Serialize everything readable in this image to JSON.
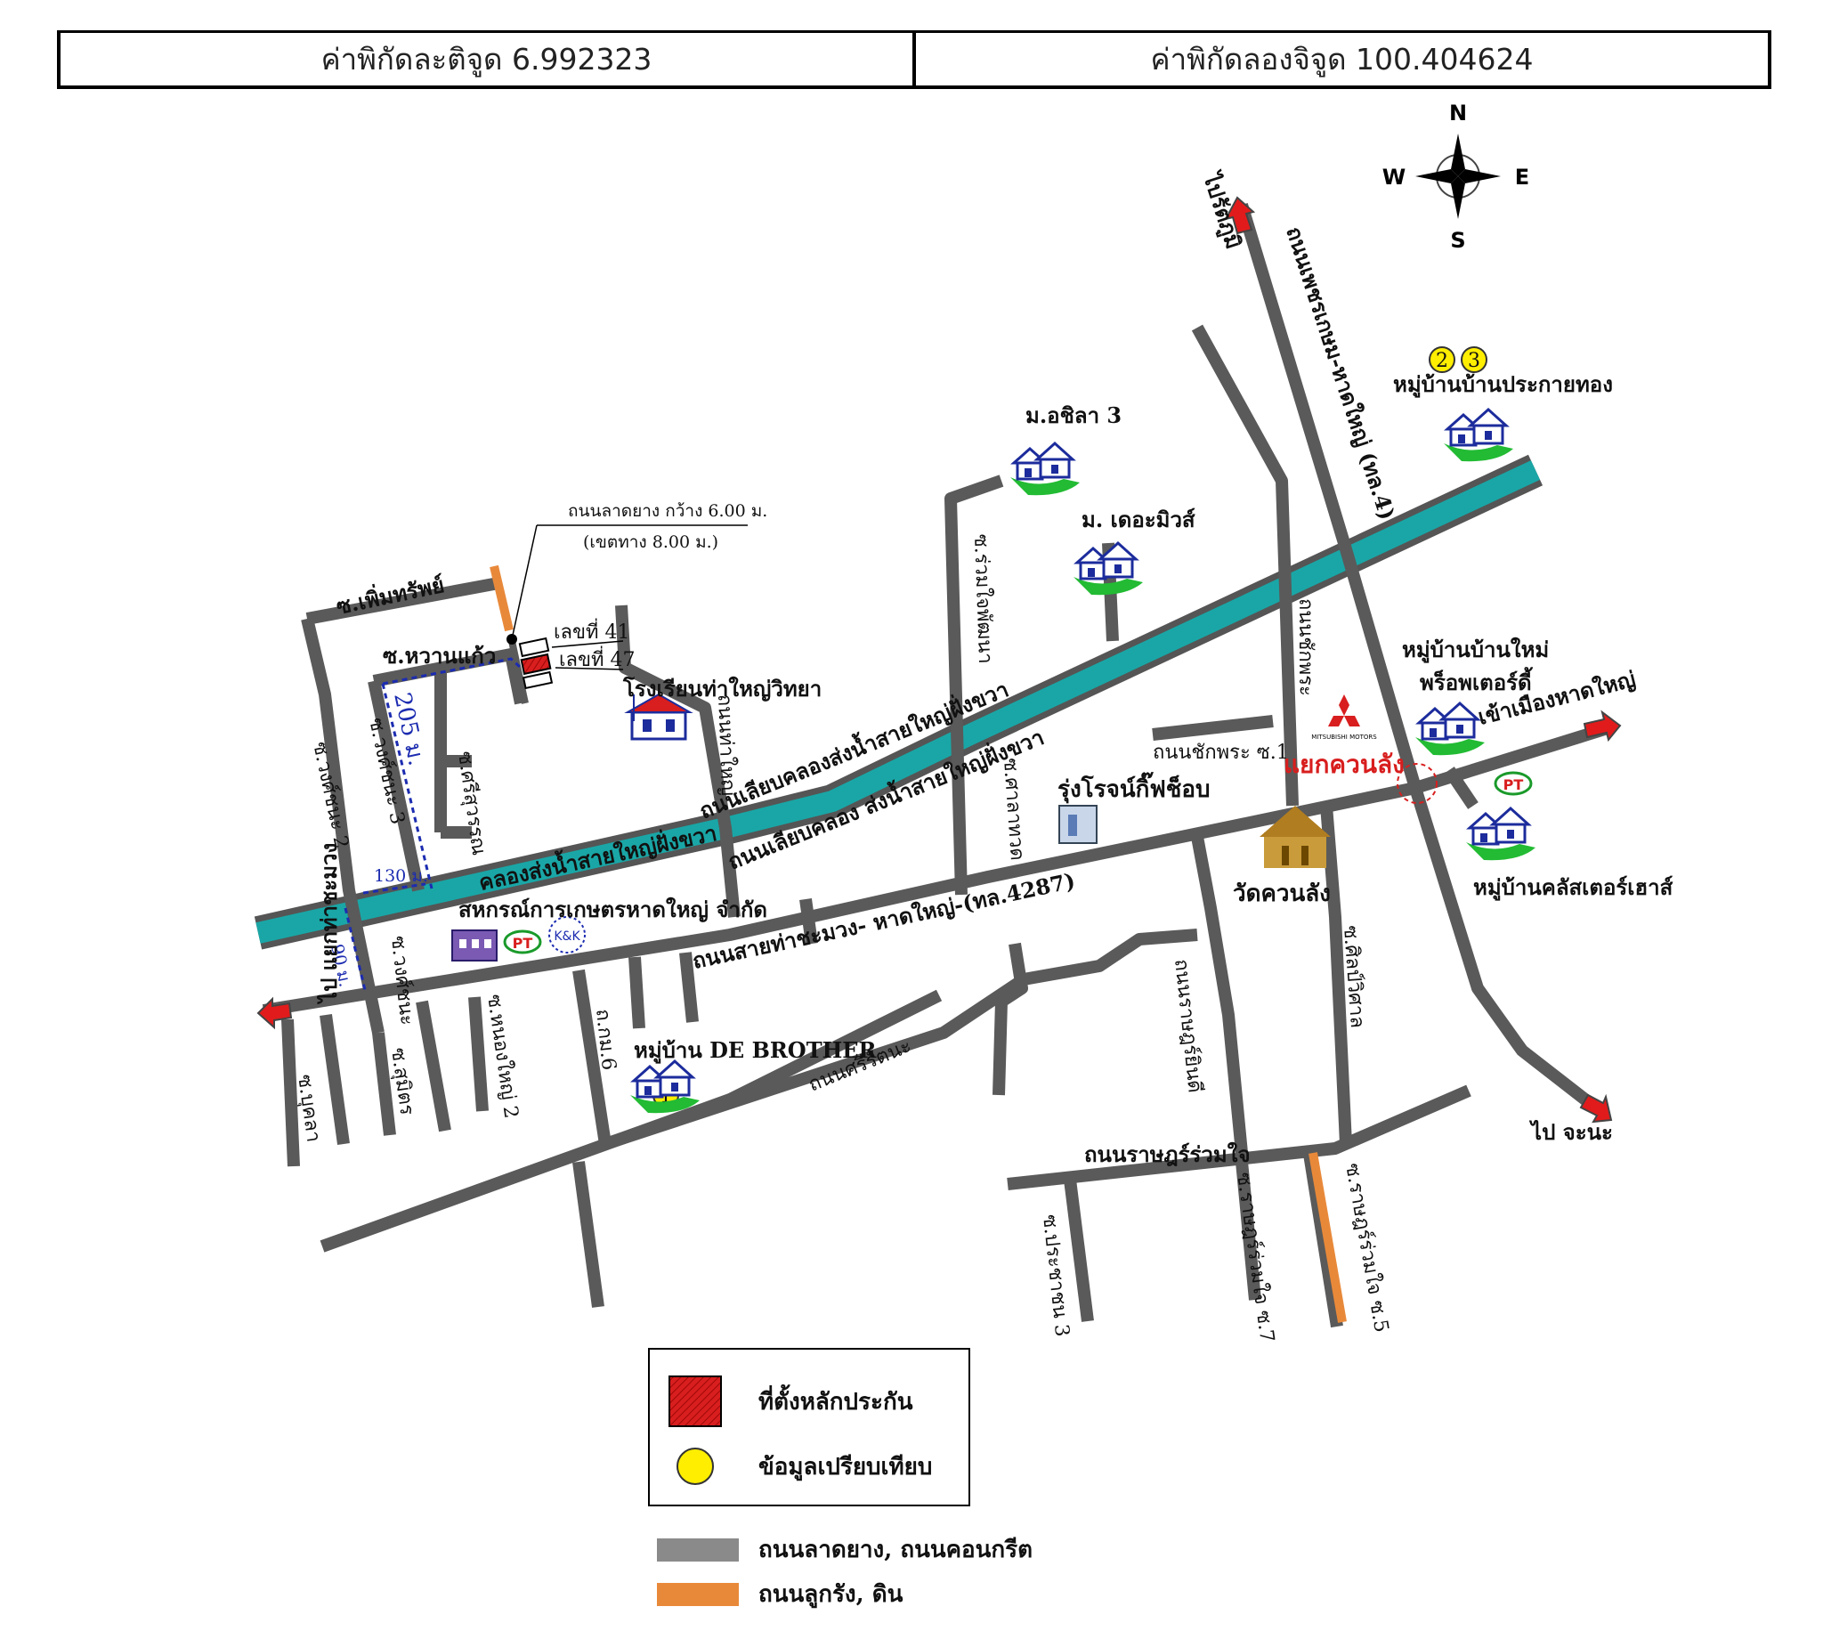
{
  "header": {
    "latitude_label": "ค่าพิกัดละติจูด 6.992323",
    "longitude_label": "ค่าพิกัดลองจิจูด 100.404624"
  },
  "compass": {
    "n": "N",
    "s": "S",
    "e": "E",
    "w": "W"
  },
  "annotations": {
    "road_width_line1": "ถนนลาดยาง กว้าง 6.00 ม.",
    "road_width_line2": "(เขตทาง 8.00 ม.)",
    "lot_41": "เลขที่ 41",
    "lot_47": "เลขที่ 47",
    "dist_205": "205 ม.",
    "dist_130": "130 ม.",
    "dist_90": "90 ม."
  },
  "roads": {
    "to_songkhla_top": "ไปรัตภูมิ",
    "highway_4": "ถนนเพชรเกษม-หาดใหญ่ (ทล.4)",
    "canal_road_1": "ถนนเลียบคลองส่งน้ำสายใหญ่ฝั่งขวา",
    "canal_road_2": "ถนนเลียบคลอง ส่งน้ำสายใหญ่ฝั่งขวา",
    "canal": "คลองส่งน้ำสายใหญ่ฝั่งขวา",
    "main_road": "ถนนสายท่าชะมวง- หาดใหญ่-(ทล.4287)",
    "to_thachamuang": "ไป แยกท่าชะมวง",
    "to_hatyai": "เข้าเมืองหาดใหญ่",
    "to_chana": "ไป จะนะ",
    "junction": "แยกควนลัง",
    "soi_permsap": "ซ.เพิ่มทรัพย์",
    "soi_waankaew": "ซ.หวานแก้ว",
    "soi_wongsatana2": "ซ.วงศ์ชนะ 2",
    "soi_wongsatana3": "ซ.วงศ์ชนะ 3",
    "soi_srisuwan": "ซ.ศรีสุวรรณ",
    "soi_wongsatana": "ซ.วงศ์ชนะ",
    "soi_tha_yai": "ถนนท่าใหญ่",
    "soi_ruamjai": "ซ.ร่วมใจพัฒนา",
    "soi_salathawat": "ซ.ศาลาทวด",
    "soi_chakphra": "ถนนชักพระ",
    "soi_chakphra1": "ถนนชักพระ ซ.1",
    "soi_bukla": "ซ.บุคลา",
    "soi_suphamitr": "ซ.สุมิตร",
    "soi_nongyai2": "ซ.หนองใหญ่ 2",
    "soi_km6": "ถ.กม.6",
    "road_sirirattana": "ถนนศรีรัตนะ",
    "road_ratruamjai": "ถนนราษฎร์ร่วมใจ",
    "road_ratbamrung": "ถนนราษฎร์ยินดี",
    "soi_sinchai": "ซ.ศิลป์วิศาล",
    "soi_prachachon3": "ซ.ประชาชน 3",
    "soi_ratruamjai7": "ซ.ราษฎร์ร่วมใจ ซ.7",
    "soi_ratruamjai5": "ซ.ราษฎร์ร่วมใจ ซ.5"
  },
  "places": {
    "m_achila3": "ม.อชิลา 3",
    "m_the_mews": "ม. เดอะมิวส์",
    "village_prakaithong": "หมู่บ้านบ้านประกายทอง",
    "school": "โรงเรียนท่าใหญ่วิทยา",
    "gift_shop": "รุ่งโรจน์กิ๊ฟช็อบ",
    "temple": "วัดควนลัง",
    "village_new_1": "หมู่บ้านบ้านใหม่",
    "village_new_2": "พร็อพเตอร์ดี้",
    "village_cluster": "หมู่บ้านคลัสเตอร์เฮาส์",
    "coop": "สหกรณ์การเกษตรหาดใหญ่ จำกัด",
    "village_brother": "หมู่บ้าน DE BROTHER",
    "kk": "K&K",
    "pt": "PT",
    "mitsubishi": "MITSUBISHI MOTORS"
  },
  "markers": {
    "m1": "1",
    "m2": "2",
    "m3": "3"
  },
  "legend": {
    "collateral": "ที่ตั้งหลักประกัน",
    "comparison": "ข้อมูลเปรียบเทียบ",
    "paved": "ถนนลาดยาง, ถนนคอนกรีต",
    "laterite": "ถนนลูกรัง, ดิน"
  },
  "colors": {
    "road": "#5a5a5a",
    "canal": "#1aa6a6",
    "laterite": "#e8893a",
    "collateral": "#d81e1e",
    "marker": "#ffee00",
    "arrow": "#e11b1b",
    "dist": "#1c2cb0"
  }
}
